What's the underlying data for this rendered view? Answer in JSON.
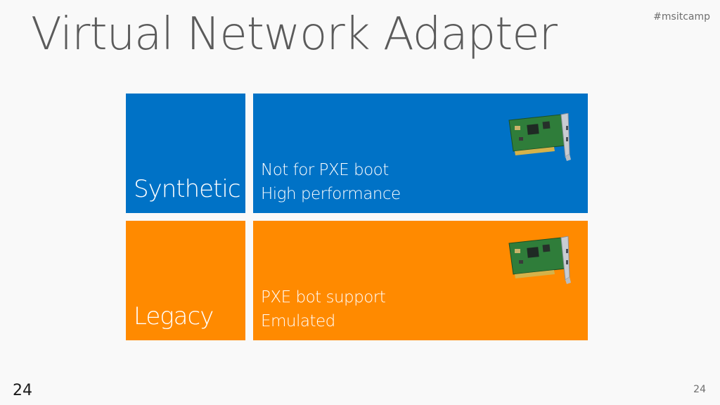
{
  "slide": {
    "title": "Virtual Network Adapter",
    "hashtag": "#msitcamp",
    "page_number_left": "24",
    "page_number_right": "24"
  },
  "rows": [
    {
      "label": "Synthetic",
      "lines": [
        "Not for PXE boot",
        "High performance"
      ],
      "color": "#0072c6",
      "icon": "network-card-icon"
    },
    {
      "label": "Legacy",
      "lines": [
        "PXE bot support",
        "Emulated"
      ],
      "color": "#ff8a00",
      "icon": "network-card-icon"
    }
  ]
}
